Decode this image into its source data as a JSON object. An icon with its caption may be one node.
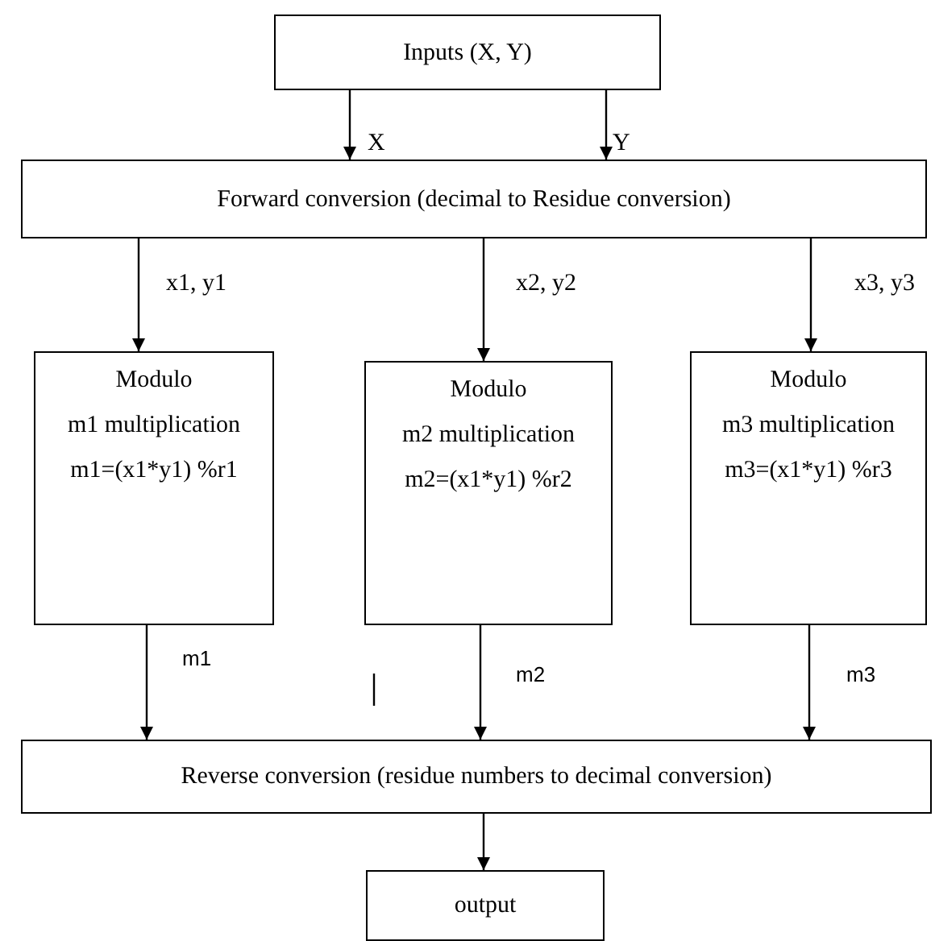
{
  "diagram": {
    "nodes": [
      {
        "text": [
          "Inputs (X, Y)"
        ]
      },
      {
        "text": [
          "Forward conversion (decimal to Residue conversion)"
        ]
      },
      {
        "text": [
          "Modulo",
          "m1 multiplication",
          "m1=(x1*y1) %r1"
        ]
      },
      {
        "text": [
          "Modulo",
          "m2 multiplication",
          "m2=(x1*y1) %r2"
        ]
      },
      {
        "text": [
          "Modulo",
          "m3 multiplication",
          "m3=(x1*y1) %r3"
        ]
      },
      {
        "text": [
          "Reverse conversion (residue numbers to decimal conversion)"
        ]
      },
      {
        "text": [
          "output"
        ]
      }
    ],
    "edges": [
      {
        "from": 0,
        "to": 1,
        "arrow": "to",
        "label": "X"
      },
      {
        "from": 0,
        "to": 1,
        "arrow": "to",
        "label": "Y"
      },
      {
        "from": 1,
        "to": 2,
        "arrow": "to",
        "label": "x1, y1"
      },
      {
        "from": 1,
        "to": 3,
        "arrow": "to",
        "label": "x2, y2"
      },
      {
        "from": 1,
        "to": 4,
        "arrow": "to",
        "label": "x3, y3"
      },
      {
        "from": 2,
        "to": 5,
        "arrow": "to",
        "label": "m1"
      },
      {
        "from": 3,
        "to": 5,
        "arrow": "to",
        "label": "m2"
      },
      {
        "from": 4,
        "to": 5,
        "arrow": "to",
        "label": "m3"
      },
      {
        "from": 5,
        "to": 6,
        "arrow": "to"
      }
    ]
  }
}
